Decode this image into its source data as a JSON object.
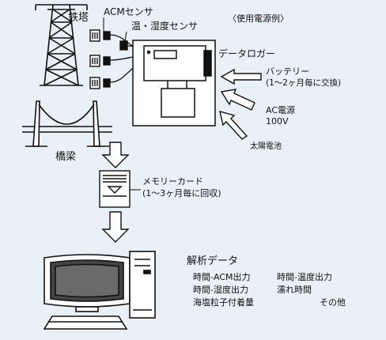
{
  "labels": {
    "tower": "鉄塔",
    "acm_sensor": "ACMセンサ",
    "temp_humidity_sensor": "温・湿度センサ",
    "power_example": "〈使用電源例〉",
    "data_logger": "データロガー",
    "battery_line1": "バッテリー",
    "battery_line2": "(1～2ヶ月毎に交換)",
    "ac_power_line1": "AC電源",
    "ac_power_line2": "100V",
    "solar_cell": "太陽電池",
    "bridge": "橋梁",
    "memory_card_line1": "メモリーカード",
    "memory_card_line2": "(1～3ヶ月毎に回収)",
    "analysis_title": "解析データ",
    "analysis_items": [
      "時間-ACM出力",
      "時間-温度出力",
      "時間-湿度出力",
      "濡れ時間",
      "海塩粒子付着量",
      "その他"
    ]
  },
  "colors": {
    "background": "#e9f1f7",
    "ink": "#111111"
  }
}
